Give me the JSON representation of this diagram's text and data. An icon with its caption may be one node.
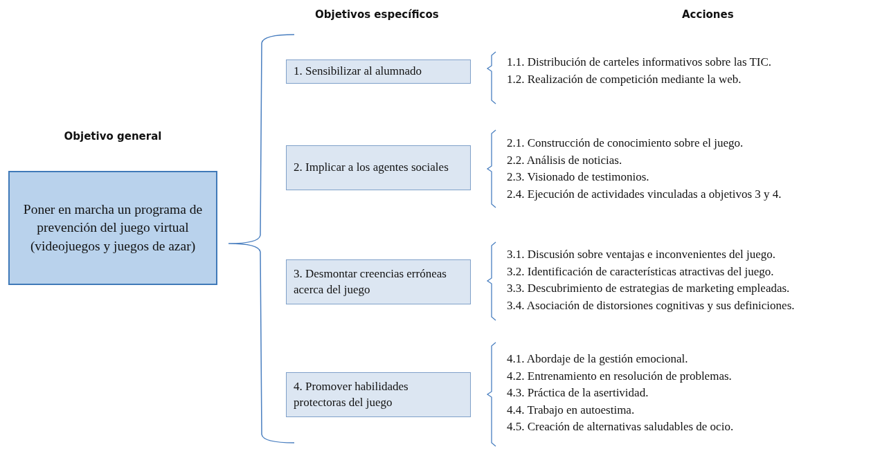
{
  "diagram": {
    "nodes": [
      {
        "text": [
          "Objetivo general",
          "Poner en marcha un programa de prevención del juego virtual (videojuegos y juegos de azar)"
        ]
      },
      {
        "text": [
          "1. Sensibilizar al alumnado"
        ]
      },
      {
        "text": [
          "2. Implicar a los agentes sociales"
        ]
      },
      {
        "text": [
          "3. Desmontar creencias erróneas acerca del juego"
        ]
      },
      {
        "text": [
          "4. Promover habilidades protectoras del juego"
        ]
      }
    ],
    "labels": [
      "Objetivos específicos",
      "Acciones",
      "1.1. Distribución de carteles informativos sobre las TIC.",
      "1.2. Realización de competición mediante la web.",
      "2.1. Construcción de conocimiento sobre el juego.",
      "2.2. Análisis de noticias.",
      "2.3. Visionado de testimonios.",
      "2.4. Ejecución de actividades vinculadas a objetivos 3 y 4.",
      "3.1. Discusión sobre ventajas e inconvenientes del juego.",
      "3.2. Identificación de características atractivas del juego.",
      "3.3. Descubrimiento de estrategias de marketing empleadas.",
      "3.4. Asociación de distorsiones cognitivas y sus definiciones.",
      "4.1. Abordaje de la gestión emocional.",
      "4.2. Entrenamiento en resolución de problemas.",
      "4.3. Práctica de la asertividad.",
      "4.4. Trabajo en autoestima.",
      "4.5. Creación de alternativas saludables de ocio."
    ]
  }
}
